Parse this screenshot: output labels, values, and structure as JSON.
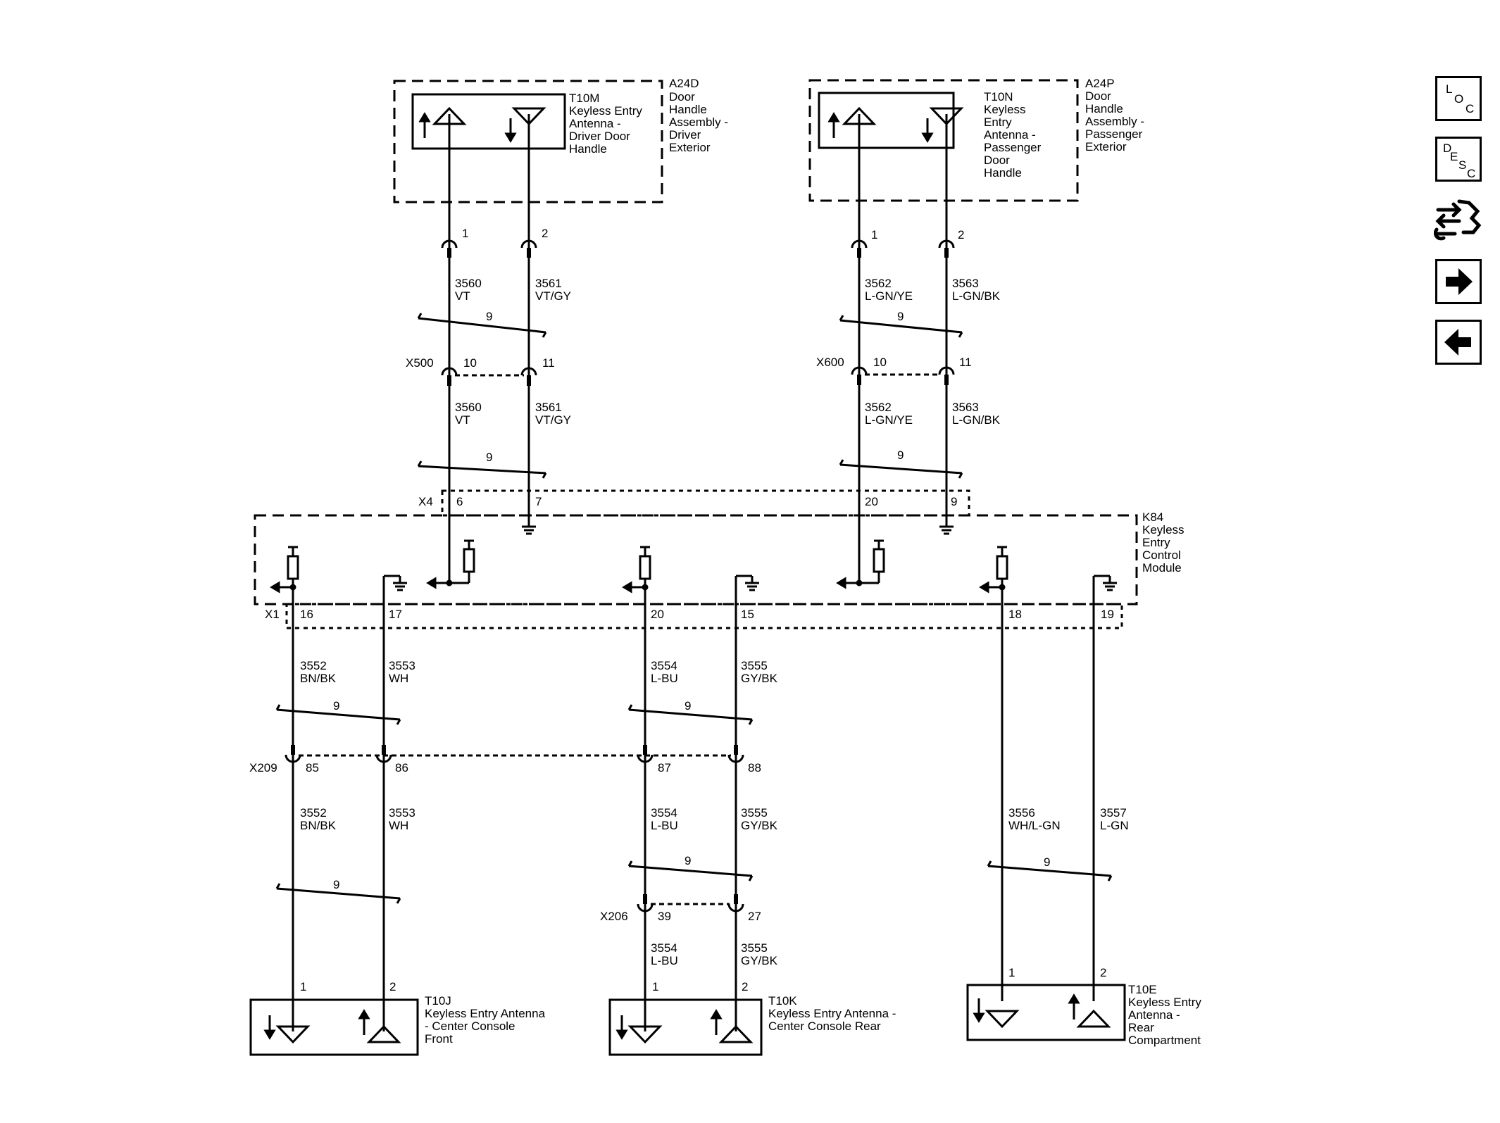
{
  "components": {
    "A24D": {
      "ref": "A24D",
      "lines": [
        "Door",
        "Handle",
        "Assembly -",
        "Driver",
        "Exterior"
      ]
    },
    "A24P": {
      "ref": "A24P",
      "lines": [
        "Door",
        "Handle",
        "Assembly -",
        "Passenger",
        "Exterior"
      ]
    },
    "T10M": {
      "ref": "T10M",
      "lines": [
        "Keyless Entry",
        "Antenna -",
        "Driver Door",
        "Handle"
      ]
    },
    "T10N": {
      "ref": "T10N",
      "lines": [
        "Keyless",
        "Entry",
        "Antenna -",
        "Passenger",
        "Door",
        "Handle"
      ]
    },
    "K84": {
      "ref": "K84",
      "lines": [
        "Keyless",
        "Entry",
        "Control",
        "Module"
      ]
    },
    "T10J": {
      "ref": "T10J",
      "lines": [
        "Keyless Entry Antenna",
        "- Center Console",
        "Front"
      ]
    },
    "T10K": {
      "ref": "T10K",
      "lines": [
        "Keyless Entry Antenna -",
        "Center Console Rear"
      ]
    },
    "T10E": {
      "ref": "T10E",
      "lines": [
        "Keyless Entry",
        "Antenna -",
        "Rear",
        "Compartment"
      ]
    }
  },
  "connectors": {
    "x500": "X500",
    "x600": "X600",
    "x4": "X4",
    "x1": "X1",
    "x209": "X209",
    "x206": "X206"
  },
  "pins": {
    "t10m_1": "1",
    "t10m_2": "2",
    "t10n_1": "1",
    "t10n_2": "2",
    "x500_10": "10",
    "x500_11": "11",
    "x600_10": "10",
    "x600_11": "11",
    "x4_6": "6",
    "x4_7": "7",
    "x4_20": "20",
    "x4_9": "9",
    "x1_16": "16",
    "x1_17": "17",
    "x1_20": "20",
    "x1_15": "15",
    "x1_18": "18",
    "x1_19": "19",
    "x209_85": "85",
    "x209_86": "86",
    "x209_87": "87",
    "x209_88": "88",
    "x206_39": "39",
    "x206_27": "27",
    "t10j_1": "1",
    "t10j_2": "2",
    "t10k_1": "1",
    "t10k_2": "2",
    "t10e_1": "1",
    "t10e_2": "2"
  },
  "circuits": {
    "c3560a": {
      "num": "3560",
      "color": "VT"
    },
    "c3561a": {
      "num": "3561",
      "color": "VT/GY"
    },
    "c3560b": {
      "num": "3560",
      "color": "VT"
    },
    "c3561b": {
      "num": "3561",
      "color": "VT/GY"
    },
    "c3562a": {
      "num": "3562",
      "color": "L-GN/YE"
    },
    "c3563a": {
      "num": "3563",
      "color": "L-GN/BK"
    },
    "c3562b": {
      "num": "3562",
      "color": "L-GN/YE"
    },
    "c3563b": {
      "num": "3563",
      "color": "L-GN/BK"
    },
    "c3552a": {
      "num": "3552",
      "color": "BN/BK"
    },
    "c3553a": {
      "num": "3553",
      "color": "WH"
    },
    "c3554a": {
      "num": "3554",
      "color": "L-BU"
    },
    "c3555a": {
      "num": "3555",
      "color": "GY/BK"
    },
    "c3552b": {
      "num": "3552",
      "color": "BN/BK"
    },
    "c3553b": {
      "num": "3553",
      "color": "WH"
    },
    "c3554b": {
      "num": "3554",
      "color": "L-BU"
    },
    "c3555b": {
      "num": "3555",
      "color": "GY/BK"
    },
    "c3554c": {
      "num": "3554",
      "color": "L-BU"
    },
    "c3555c": {
      "num": "3555",
      "color": "GY/BK"
    },
    "c3556": {
      "num": "3556",
      "color": "WH/L-GN"
    },
    "c3557": {
      "num": "3557",
      "color": "L-GN"
    }
  },
  "twist_labels": {
    "t1": "9",
    "t2": "9",
    "t3": "9",
    "t4": "9",
    "t5": "9",
    "t6": "9",
    "t7": "9",
    "t8": "9",
    "t9": "9"
  },
  "nav": {
    "loc": {
      "l": "L",
      "o": "O",
      "c": "C"
    },
    "desc": {
      "d": "D",
      "e": "E",
      "s": "S",
      "c": "C"
    },
    "icons": [
      "connector-end-view-icon",
      "forward-arrow-icon",
      "back-arrow-icon"
    ]
  }
}
